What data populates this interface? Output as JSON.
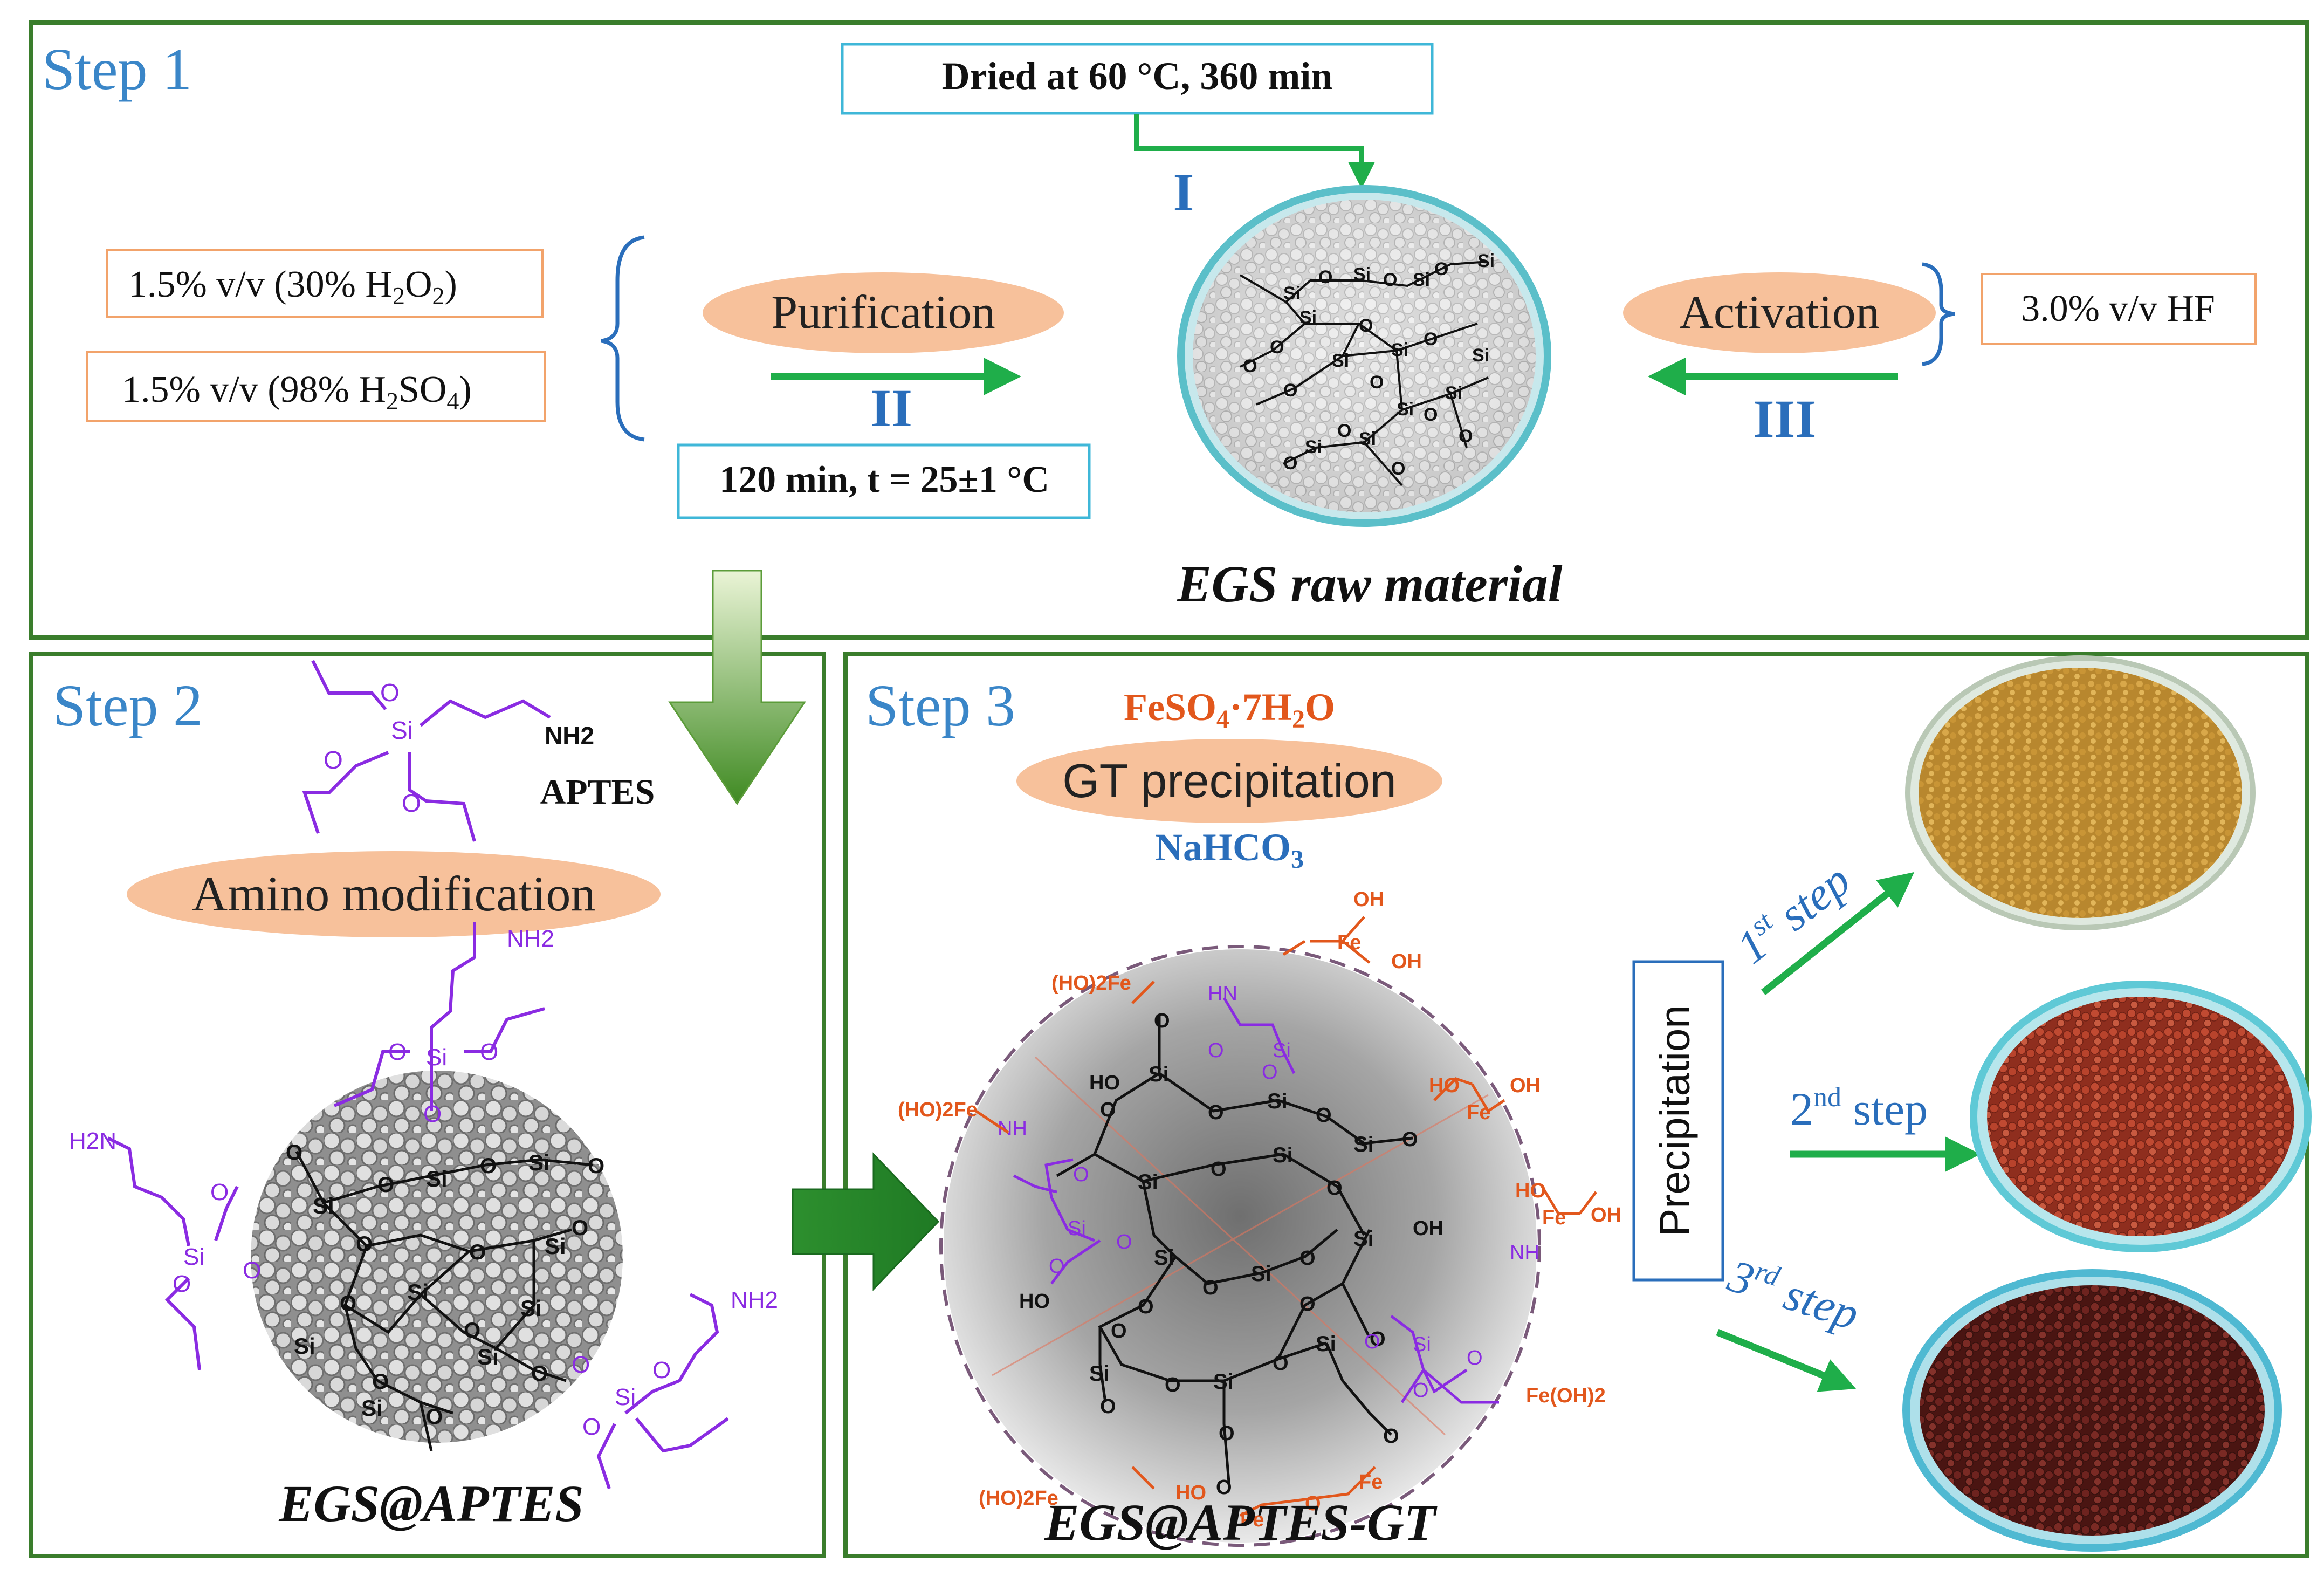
{
  "colors": {
    "frame": "#3a7d2c",
    "step_title": "#3a86c8",
    "arrow_green": "#1fae4a",
    "roman": "#2a6ebb",
    "pill_fill": "#f7c19b",
    "box_orange": "#f2a36b",
    "box_blue": "#3fb7d8",
    "purple": "#8a2be2",
    "orange_red": "#e2571c",
    "nahco3": "#2a6ebb"
  },
  "step1": {
    "title": "Step 1",
    "drying": "Dried at 60 °C, 360 min",
    "roman_1": "I",
    "roman_2": "II",
    "roman_3": "III",
    "reagent_1": {
      "pre": "1.5% v/v (30% H",
      "sub1": "2",
      "mid": "O",
      "sub2": "2",
      "post": ")"
    },
    "reagent_2": {
      "pre": "1.5% v/v (98% H",
      "sub1": "2",
      "mid": "SO",
      "sub2": "4",
      "post": ")"
    },
    "purification": "Purification",
    "purification_cond": "120 min, t = 25±1 °C",
    "activation": "Activation",
    "hf": "3.0% v/v HF",
    "label": "EGS raw material"
  },
  "step2": {
    "title": "Step 2",
    "aptes": "APTES",
    "amino": "Amino modification",
    "label": "EGS@APTES"
  },
  "step3": {
    "title": "Step 3",
    "feso4": {
      "pre": "FeSO",
      "sub1": "4",
      "mid": "·7H",
      "sub2": "2",
      "post": "O"
    },
    "gt": "GT precipitation",
    "nahco3": {
      "pre": "NaHCO",
      "sub": "3"
    },
    "precipitation": "Precipitation",
    "step_1": {
      "num": "1",
      "sup": "st",
      "word": " step"
    },
    "step_2": {
      "num": "2",
      "sup": "nd",
      "word": " step"
    },
    "step_3": {
      "num": "3",
      "sup": "rd",
      "word": " step"
    },
    "label": "EGS@APTES-GT"
  },
  "chem": {
    "si": "Si",
    "o": "O",
    "oh": "OH",
    "nh2": "NH2",
    "h2n": "H2N",
    "nh": "NH",
    "hn": "HN",
    "fe": "Fe",
    "ho2fe": "(HO)2Fe",
    "feoh2": "Fe(OH)2",
    "ho": "HO"
  }
}
